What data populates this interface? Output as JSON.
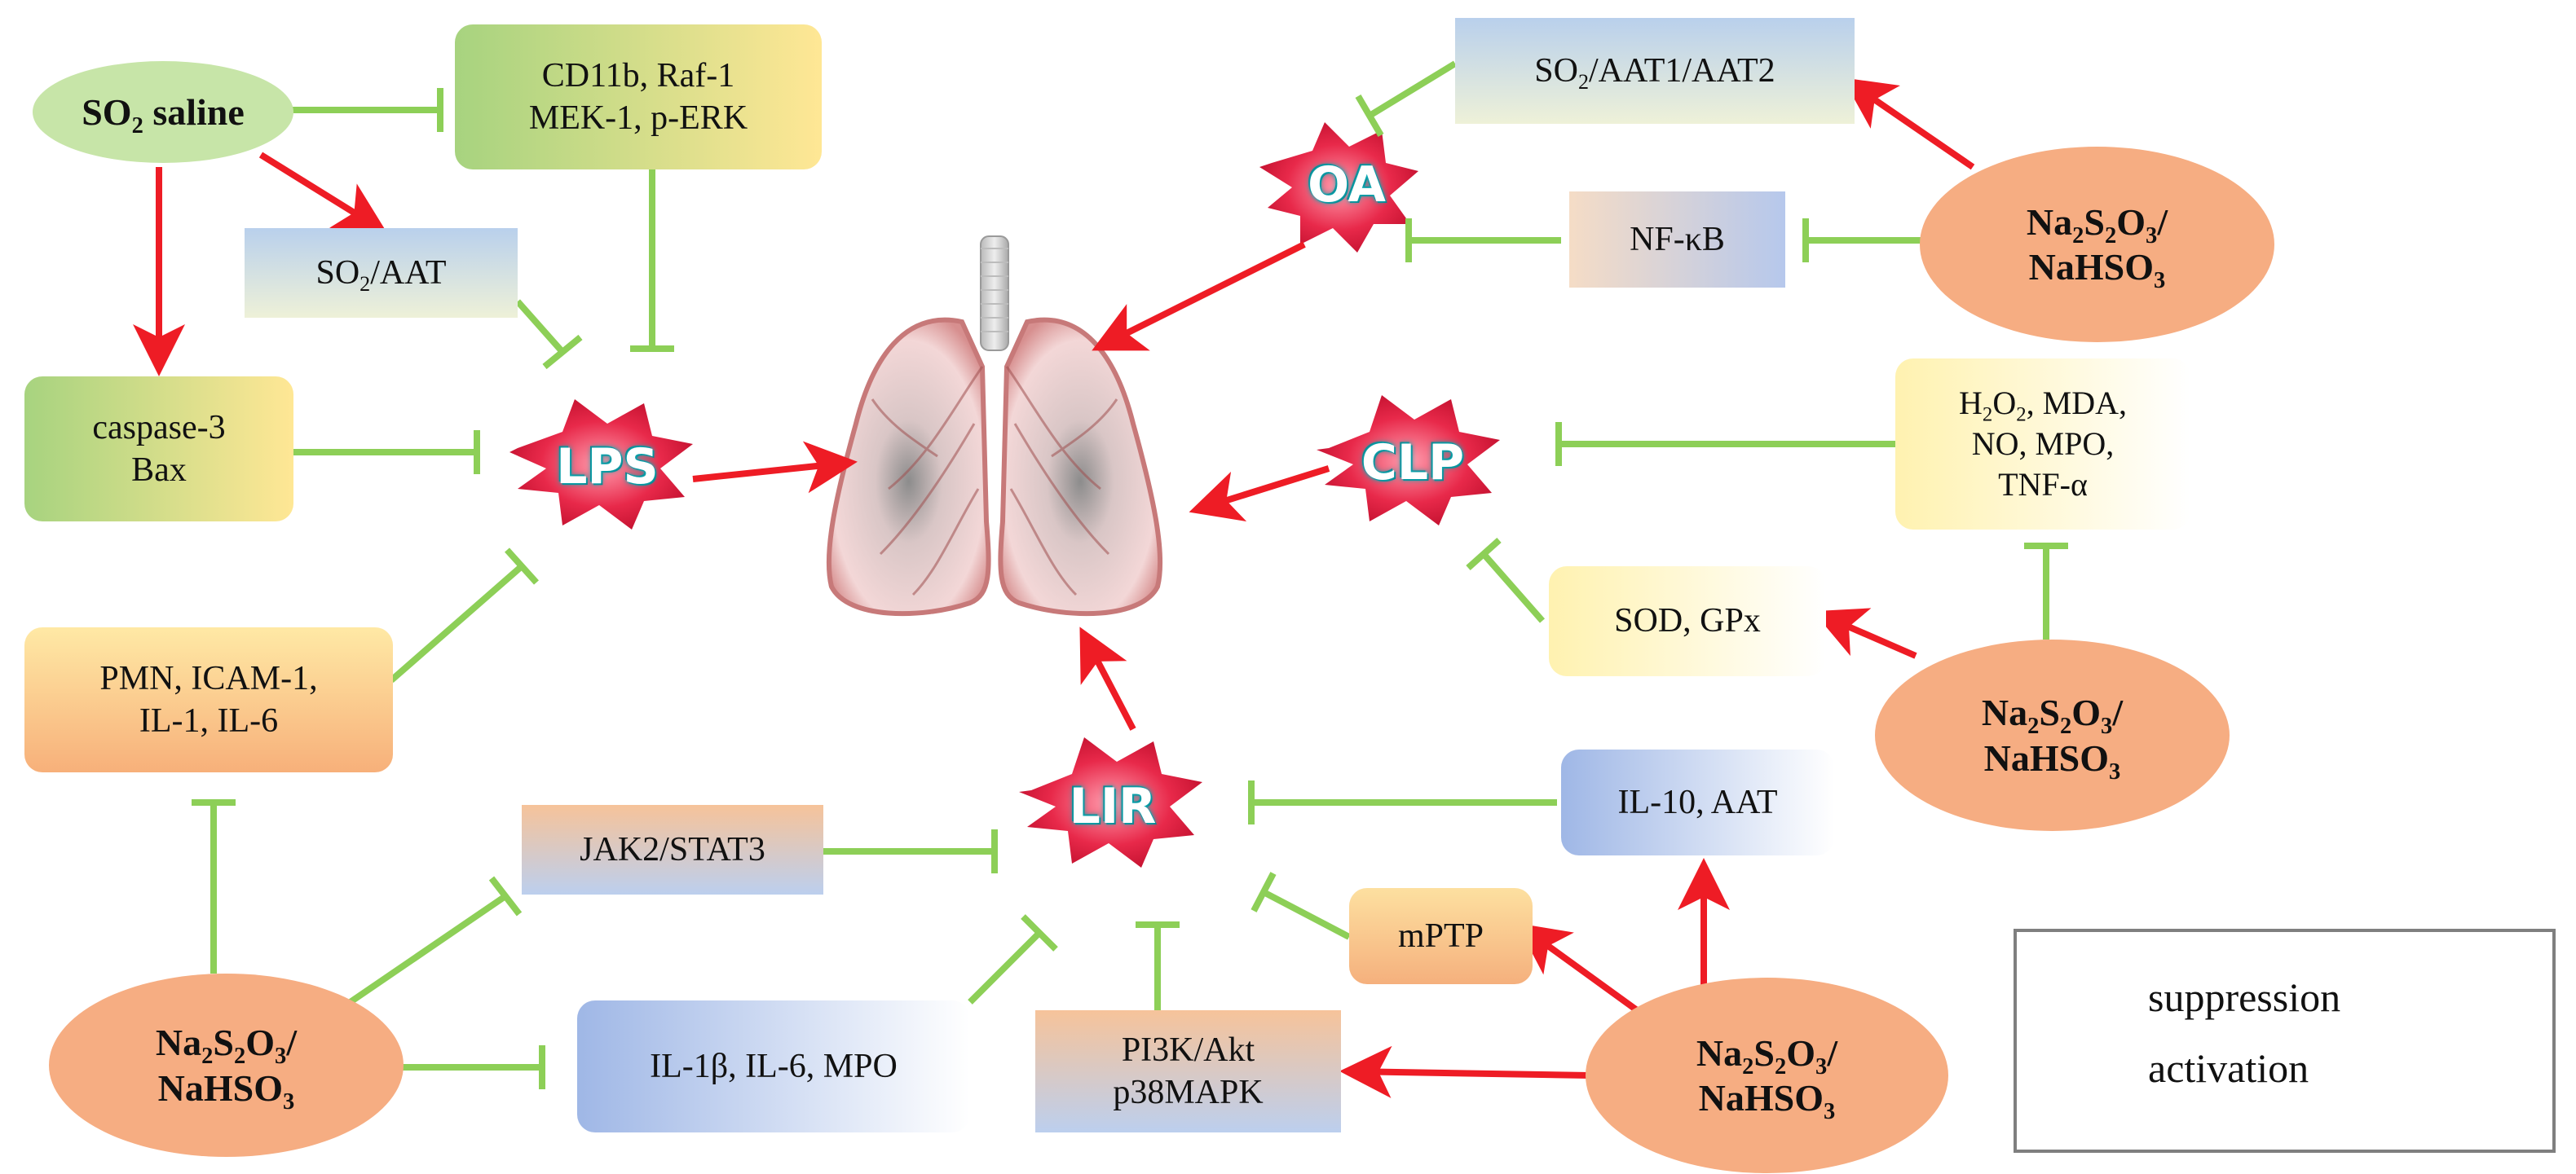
{
  "nodes": {
    "so2_saline": "SO₂ saline",
    "cd11b": [
      "CD11b, Raf-1",
      "MEK-1, p-ERK"
    ],
    "so2_aat": "SO₂/AAT",
    "caspase": [
      "caspase-3",
      "Bax"
    ],
    "pmn": [
      "PMN, ICAM-1,",
      "IL-1, IL-6"
    ],
    "so2_aat1_aat2": "SO₂/AAT1/AAT2",
    "nfkb": "NF-κB",
    "h2o2": [
      "H₂O₂, MDA,",
      "NO, MPO,",
      "TNF-α"
    ],
    "sod": "SOD, GPx",
    "il10": "IL-10, AAT",
    "mptp": "mPTP",
    "jak2": "JAK2/STAT3",
    "il1b": "IL-1β, IL-6, MPO",
    "pi3k": [
      "PI3K/Akt",
      "p38MAPK"
    ],
    "na_top": [
      "Na₂S₂O₃/",
      "NaHSO₃"
    ],
    "na_right": [
      "Na₂S₂O₃/",
      "NaHSO₃"
    ],
    "na_bottom_left": [
      "Na₂S₂O₃/",
      "NaHSO₃"
    ],
    "na_bottom_right": [
      "Na₂S₂O₃/",
      "NaHSO₃"
    ]
  },
  "bursts": {
    "oa": "OA",
    "lps": "LPS",
    "clp": "CLP",
    "lir": "LIR"
  },
  "legend": {
    "suppression": "suppression",
    "activation": "activation"
  },
  "colors": {
    "suppression": "#8dcf57",
    "activation": "#ee1c25",
    "burst": "#e8294a",
    "burst_label": "#ffffff"
  }
}
